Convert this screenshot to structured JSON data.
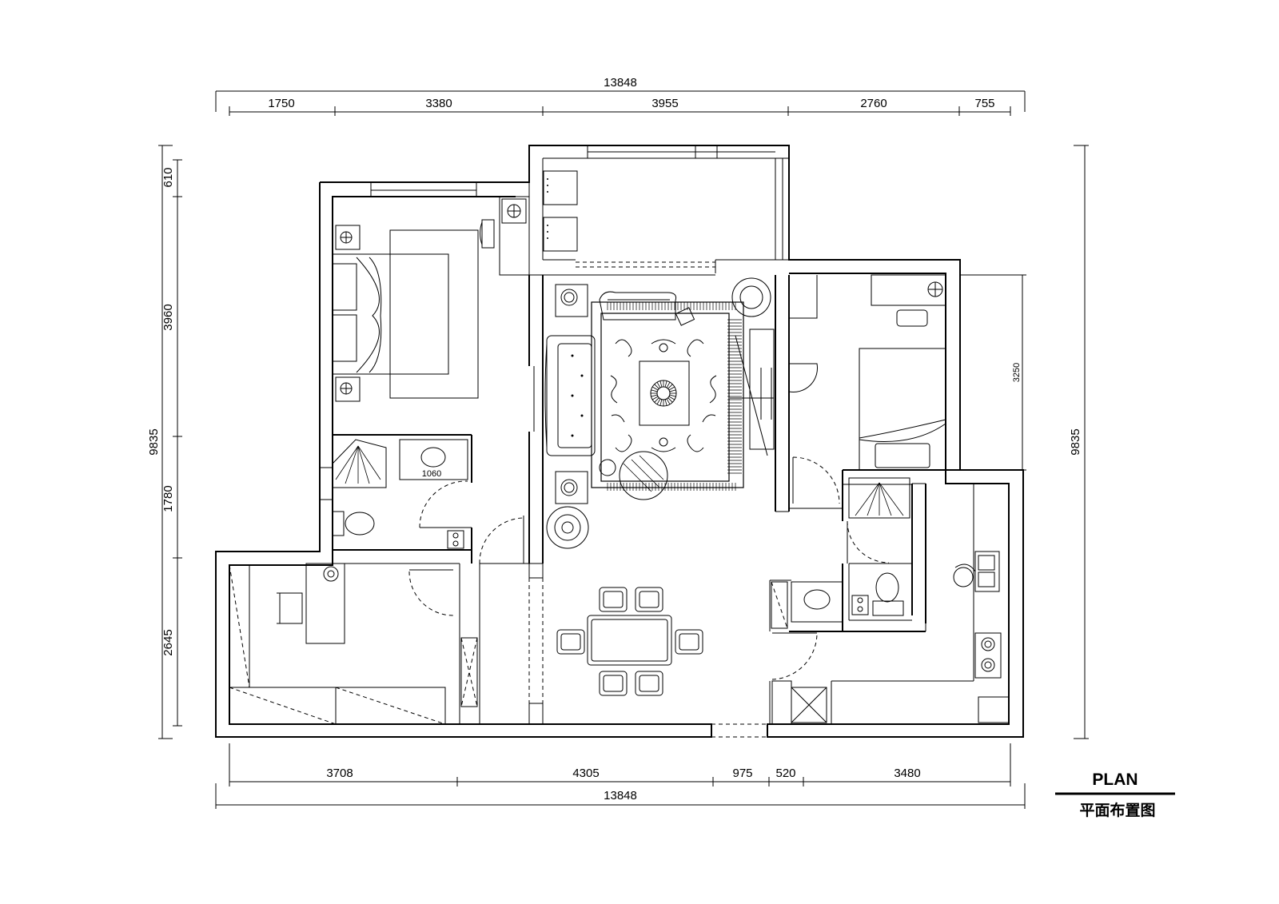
{
  "dimensions": {
    "top_total": "13848",
    "top_segments": [
      "1750",
      "3380",
      "3955",
      "2760",
      "755"
    ],
    "bottom_segments": [
      "3708",
      "4305",
      "975",
      "520",
      "3480"
    ],
    "bottom_total": "13848",
    "left_segments": [
      "610",
      "3960",
      "1780",
      "2645"
    ],
    "left_total": "9835",
    "right_total": "9835",
    "right_inner": "3250",
    "bath_label": "1060"
  },
  "title": {
    "main": "PLAN",
    "sub": "平面布置图"
  }
}
